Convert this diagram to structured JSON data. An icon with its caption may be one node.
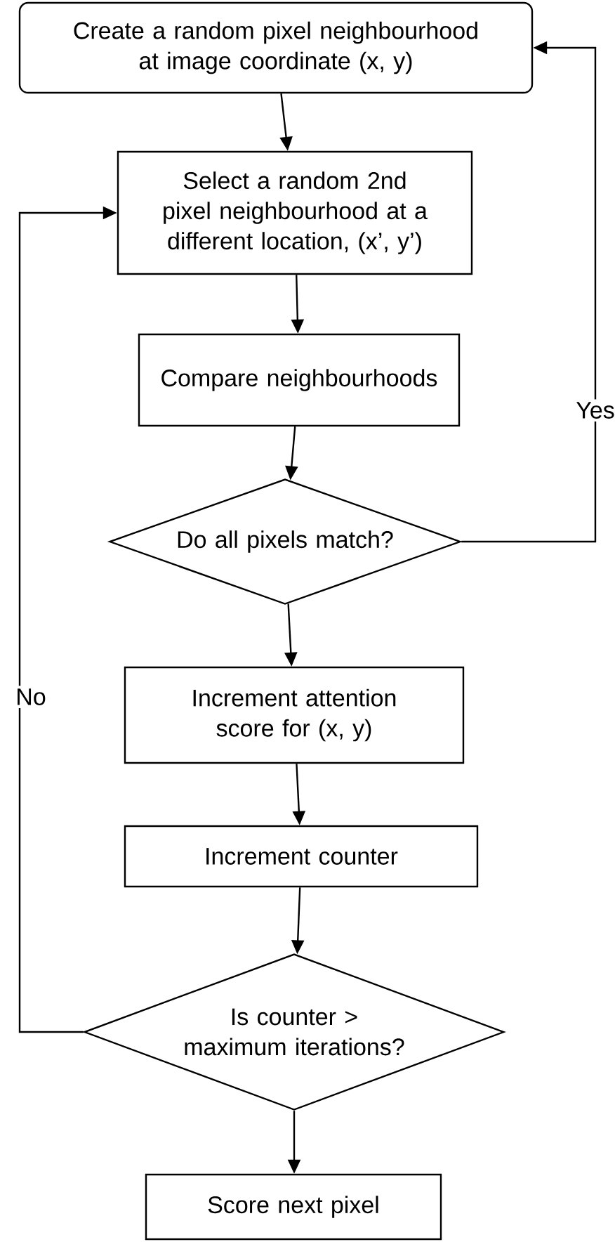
{
  "diagram": {
    "nodes": [
      {
        "text": [
          "Create a random pixel neighbourhood at image coordinate (x, y)"
        ]
      },
      {
        "text": [
          "Select a random 2nd pixel neighbourhood at a different location, (x’, y’)"
        ]
      },
      {
        "text": [
          "Compare neighbourhoods"
        ]
      },
      {
        "text": [
          "Do all pixels match?"
        ]
      },
      {
        "text": [
          "Increment attention score for (x, y)"
        ]
      },
      {
        "text": [
          "Increment counter"
        ]
      },
      {
        "text": [
          "Is counter > maximum iterations?"
        ]
      },
      {
        "text": [
          "Score next pixel"
        ]
      }
    ],
    "edges": [
      {
        "from": 0,
        "to": 1,
        "arrow": "to"
      },
      {
        "from": 1,
        "to": 2,
        "arrow": "to"
      },
      {
        "from": 2,
        "to": 3,
        "arrow": "to"
      },
      {
        "from": 3,
        "to": 4,
        "arrow": "to"
      },
      {
        "from": 4,
        "to": 5,
        "arrow": "to"
      },
      {
        "from": 5,
        "to": 6,
        "arrow": "to"
      },
      {
        "from": 6,
        "to": 7,
        "arrow": "to"
      },
      {
        "from": 3,
        "to": 0,
        "arrow": "to",
        "label": "Yes"
      },
      {
        "from": 6,
        "to": 1,
        "arrow": "to",
        "label": "No"
      }
    ]
  }
}
